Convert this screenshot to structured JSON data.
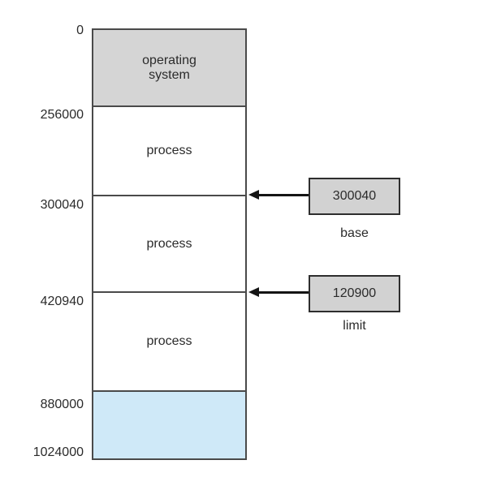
{
  "memory_map": {
    "addresses": [
      "0",
      "256000",
      "300040",
      "420940",
      "880000",
      "1024000"
    ],
    "segments": [
      {
        "name": "operating-system",
        "label": "operating\nsystem"
      },
      {
        "name": "process-1",
        "label": "process"
      },
      {
        "name": "process-2",
        "label": "process"
      },
      {
        "name": "process-3",
        "label": "process"
      },
      {
        "name": "free-region",
        "label": ""
      }
    ]
  },
  "registers": {
    "base": {
      "value": "300040",
      "caption": "base"
    },
    "limit": {
      "value": "120900",
      "caption": "limit"
    }
  },
  "colors": {
    "os_fill": "#d5d5d5",
    "process_fill": "#ffffff",
    "hole_fill": "#cfe9f8",
    "register_fill": "#d2d2d2",
    "border_color": "#4a4a4a",
    "register_border": "#2e2e2e",
    "arrow_color": "#141414",
    "text_color": "#2b2b2b",
    "bg_color": "#ffffff"
  }
}
